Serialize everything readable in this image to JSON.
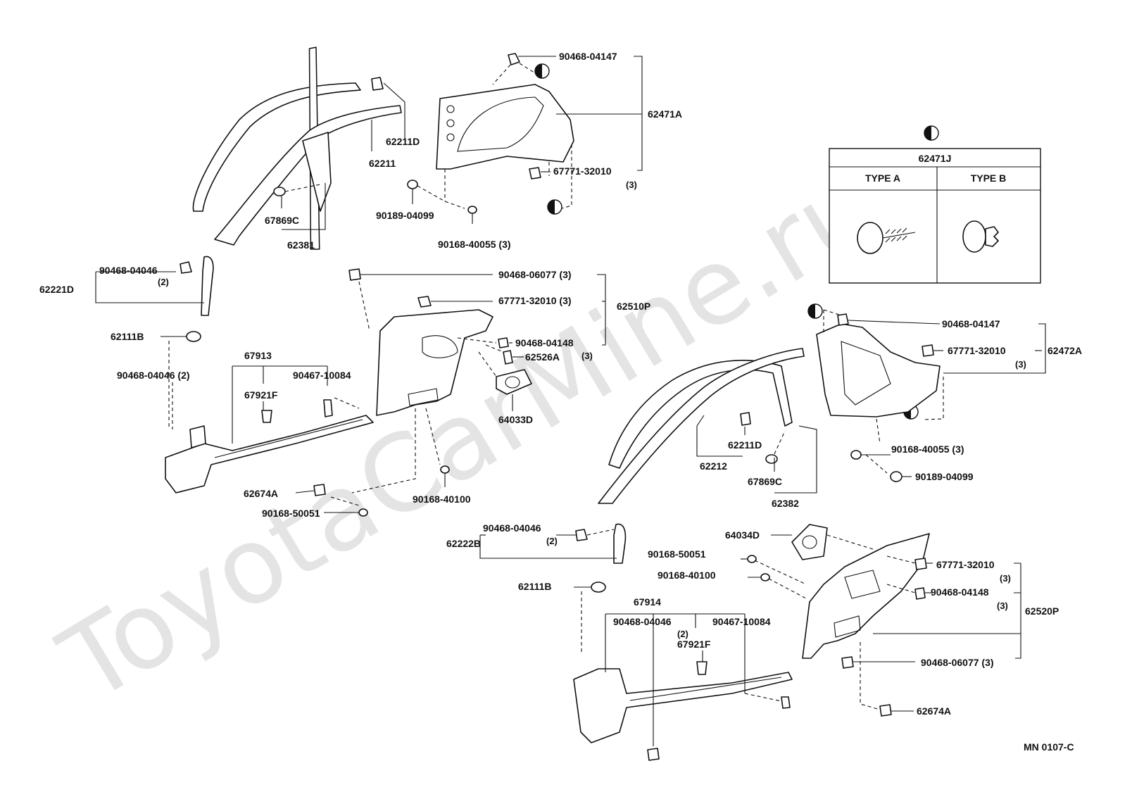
{
  "watermark": "ToyotaCarMine.ru",
  "diagram_code": "MN 0107-C",
  "legend": {
    "title": "62471J",
    "type_a": "TYPE A",
    "type_b": "TYPE B"
  },
  "labels": {
    "l_90468_04147_top": "90468-04147",
    "l_62471A": "62471A",
    "l_62211D_top": "62211D",
    "l_62211": "62211",
    "l_67771_32010_top": "67771-32010",
    "l_qty3_top": "(3)",
    "l_67869C_left": "67869C",
    "l_62381": "62381",
    "l_90189_04099_top": "90189-04099",
    "l_90168_40055_top": "90168-40055  (3)",
    "l_90468_04046_left": "90468-04046",
    "l_qty2_left": "(2)",
    "l_62221D": "62221D",
    "l_90468_06077_mid": "90468-06077  (3)",
    "l_67771_32010_mid": "67771-32010  (3)",
    "l_62510P": "62510P",
    "l_90468_04148_mid": "90468-04148",
    "l_qty3_mid": "(3)",
    "l_62526A": "62526A",
    "l_62111B_left": "62111B",
    "l_67913": "67913",
    "l_90468_04046_2_left": "90468-04046  (2)",
    "l_90467_10084_left": "90467-10084",
    "l_67921F_left": "67921F",
    "l_64033D": "64033D",
    "l_90168_40100_left": "90168-40100",
    "l_62674A_left": "62674A",
    "l_90168_50051_left": "90168-50051",
    "l_90468_04147_right": "90468-04147",
    "l_67771_32010_right": "67771-32010",
    "l_62472A": "62472A",
    "l_qty3_right": "(3)",
    "l_62211D_right": "62211D",
    "l_62212": "62212",
    "l_67869C_right": "67869C",
    "l_62382": "62382",
    "l_90168_40055_right": "90168-40055  (3)",
    "l_90189_04099_right": "90189-04099",
    "l_64034D": "64034D",
    "l_90468_04046_right": "90468-04046",
    "l_qty2_right": "(2)",
    "l_62222B": "62222B",
    "l_90168_50051_right": "90168-50051",
    "l_90168_40100_right": "90168-40100",
    "l_67771_32010_low": "67771-32010",
    "l_qty3_low1": "(3)",
    "l_90468_04148_low": "90468-04148",
    "l_qty3_low2": "(3)",
    "l_62520P": "62520P",
    "l_62111B_right": "62111B",
    "l_67914": "67914",
    "l_90468_04046_low": "90468-04046",
    "l_qty2_low": "(2)",
    "l_90467_10084_right": "90467-10084",
    "l_67921F_right": "67921F",
    "l_90468_06077_low": "90468-06077  (3)",
    "l_62674A_right": "62674A"
  }
}
